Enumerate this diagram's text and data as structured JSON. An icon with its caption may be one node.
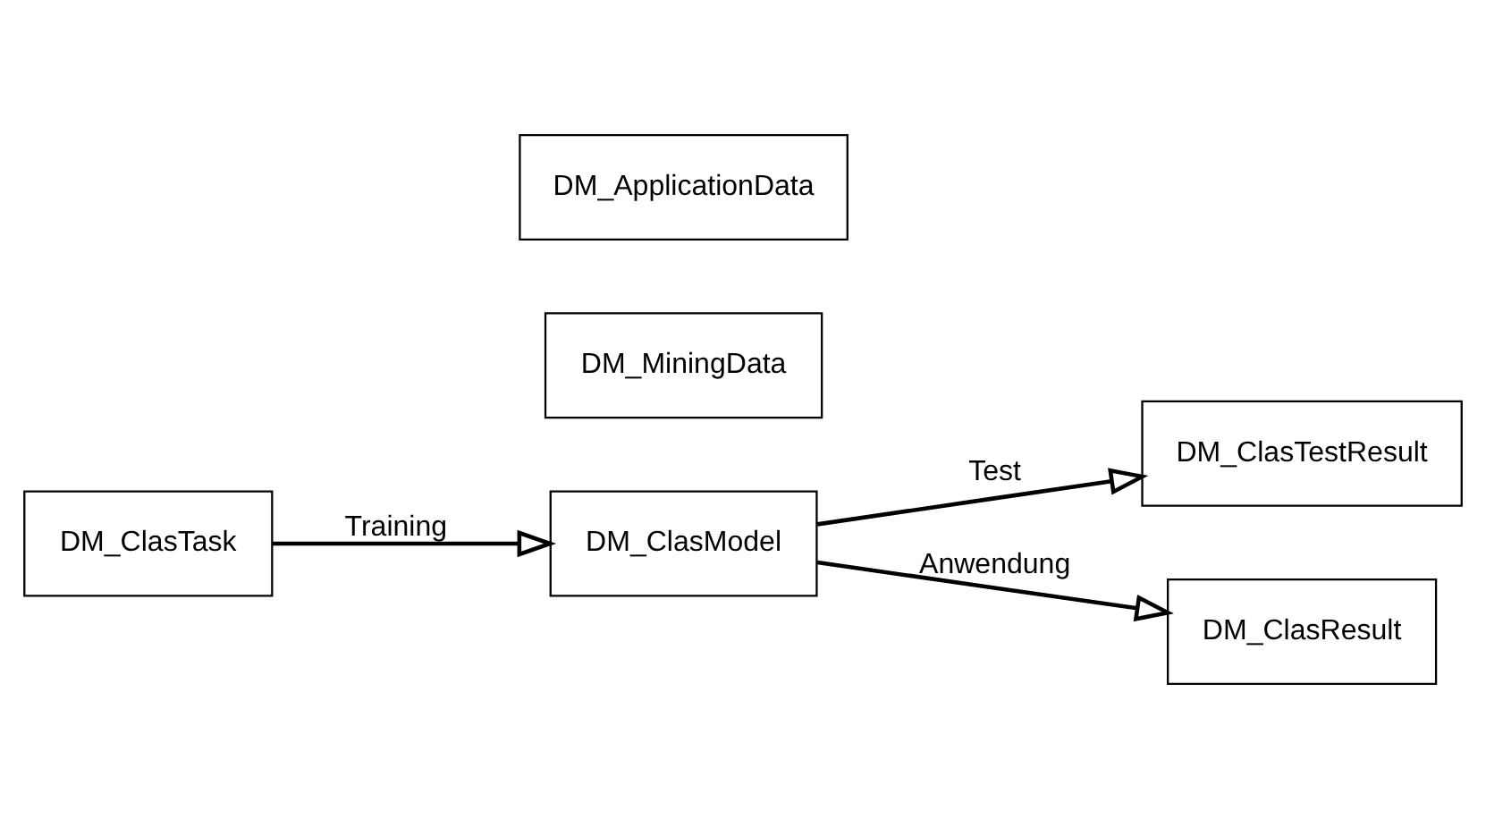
{
  "diagram": {
    "nodes": [
      {
        "text": [
          "DM_ClasTask"
        ]
      },
      {
        "text": [
          "DM_MiningData"
        ]
      },
      {
        "text": [
          "DM_ClasModel"
        ]
      },
      {
        "text": [
          "DM_ApplicationData"
        ]
      },
      {
        "text": [
          "DM_ClasTestResult"
        ]
      },
      {
        "text": [
          "DM_ClasResult"
        ]
      }
    ],
    "edges": [
      {
        "from": 0,
        "to": 2,
        "arrow": "to",
        "label": "Training"
      },
      {
        "from": 2,
        "to": 4,
        "arrow": "to",
        "label": "Test"
      },
      {
        "from": 2,
        "to": 5,
        "arrow": "to",
        "label": "Anwendung"
      }
    ]
  }
}
